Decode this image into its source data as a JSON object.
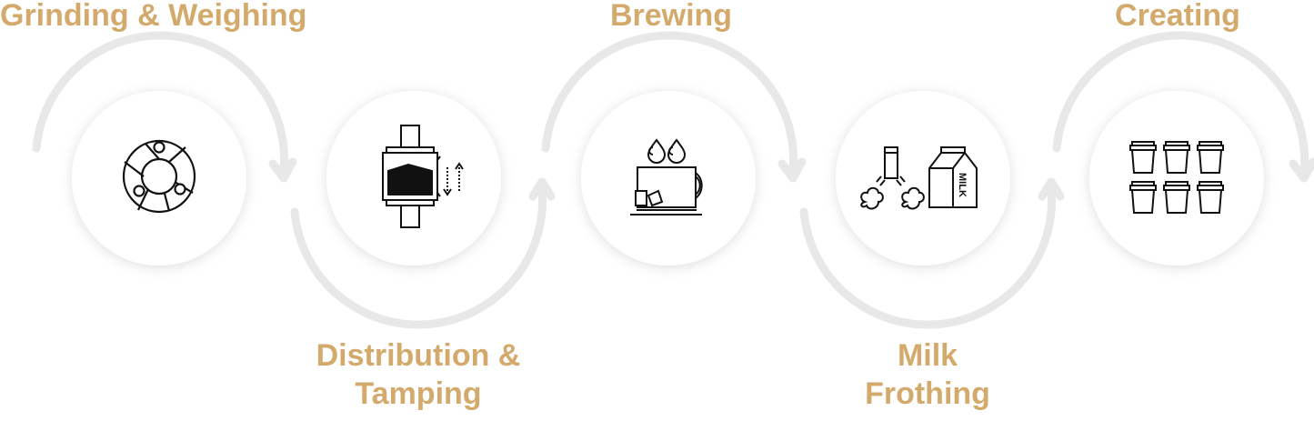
{
  "steps": [
    {
      "id": "grinding",
      "label_lines": [
        "Grinding & Weighing"
      ],
      "icon": "grinder-icon"
    },
    {
      "id": "distribution",
      "label_lines": [
        "Distribution &",
        "Tamping"
      ],
      "icon": "tamper-icon"
    },
    {
      "id": "brewing",
      "label_lines": [
        "Brewing"
      ],
      "icon": "coffee-cup-icon"
    },
    {
      "id": "frothing",
      "label_lines": [
        "Milk",
        "Frothing"
      ],
      "icon": "milk-frothing-icon"
    },
    {
      "id": "creating",
      "label_lines": [
        "Creating"
      ],
      "icon": "cups-icon"
    }
  ],
  "milk_carton_text": "MILK",
  "colors": {
    "label": "#d3aa6b",
    "arc": "#e8e8e8",
    "icon": "#111111",
    "circle": "#ffffff"
  }
}
